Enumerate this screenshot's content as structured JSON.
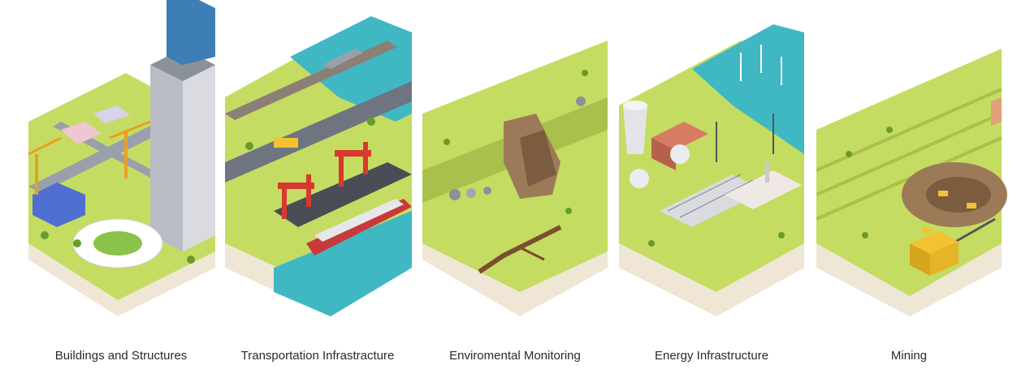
{
  "categories": [
    {
      "id": "buildings",
      "label": "Buildings and Structures"
    },
    {
      "id": "transport",
      "label": "Transportation Infrastracture"
    },
    {
      "id": "environment",
      "label": "Enviromental Monitoring"
    },
    {
      "id": "energy",
      "label": "Energy Infrastructure"
    },
    {
      "id": "mining",
      "label": "Mining"
    }
  ],
  "colors": {
    "grass": "#c5dc62",
    "grass_dark": "#a9c14c",
    "soil_side": "#efe6d6",
    "water": "#3fb8c4",
    "crane_red": "#d9382f",
    "building_blue": "#3d7fb5",
    "building_grey": "#d9dbe0",
    "rock_brown": "#9c7a58"
  }
}
